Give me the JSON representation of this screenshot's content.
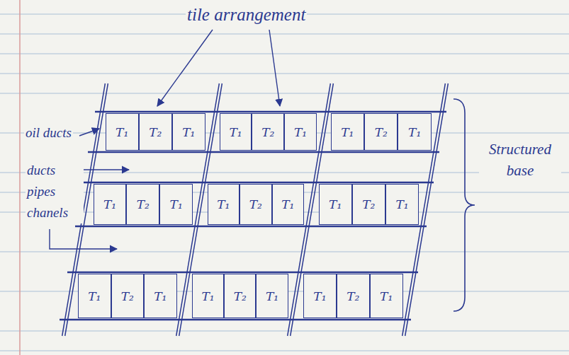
{
  "diagram": {
    "nodes": [
      {
        "text": [
          "T₁"
        ]
      },
      {
        "text": [
          "T₂"
        ]
      },
      {
        "text": [
          "T₁"
        ]
      },
      {
        "text": [
          "T₁"
        ]
      },
      {
        "text": [
          "T₂"
        ]
      },
      {
        "text": [
          "T₁"
        ]
      },
      {
        "text": [
          "T₁"
        ]
      },
      {
        "text": [
          "T₂"
        ]
      },
      {
        "text": [
          "T₁"
        ]
      },
      {
        "text": [
          "T₁"
        ]
      },
      {
        "text": [
          "T₂"
        ]
      },
      {
        "text": [
          "T₁"
        ]
      },
      {
        "text": [
          "T₁"
        ]
      },
      {
        "text": [
          "T₂"
        ]
      },
      {
        "text": [
          "T₁"
        ]
      },
      {
        "text": [
          "T₁"
        ]
      },
      {
        "text": [
          "T₂"
        ]
      },
      {
        "text": [
          "T₁"
        ]
      },
      {
        "text": [
          "T₁"
        ]
      },
      {
        "text": [
          "T₂"
        ]
      },
      {
        "text": [
          "T₁"
        ]
      },
      {
        "text": [
          "T₁"
        ]
      },
      {
        "text": [
          "T₂"
        ]
      },
      {
        "text": [
          "T₁"
        ]
      },
      {
        "text": [
          "T₁"
        ]
      },
      {
        "text": [
          "T₂"
        ]
      },
      {
        "text": [
          "T₁"
        ]
      }
    ],
    "labels": [
      "tile arrangement",
      "oil ducts",
      "ducts pipes chanels",
      "Structured base"
    ]
  }
}
